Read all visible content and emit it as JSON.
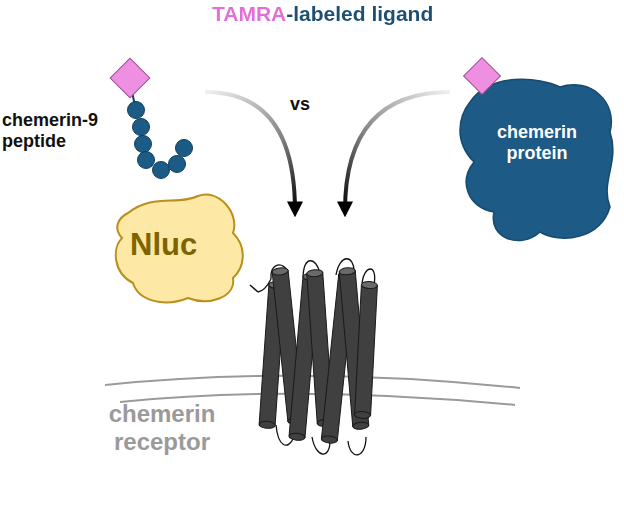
{
  "diagram": {
    "title": "TAMRA-labeled ligand",
    "nodes": [
      {
        "text": [
          "chemerin-9 peptide"
        ]
      },
      {
        "text": [
          "chemerin protein"
        ]
      },
      {
        "text": [
          "Nluc"
        ]
      },
      {
        "text": [
          "chemerin receptor"
        ]
      }
    ],
    "edges": [
      {
        "from": 0,
        "to": 3,
        "arrow": "to"
      },
      {
        "from": 1,
        "to": 3,
        "arrow": "to"
      },
      {
        "from": 2,
        "to": 3,
        "arrow": "none"
      }
    ],
    "labels": [
      "vs"
    ]
  }
}
